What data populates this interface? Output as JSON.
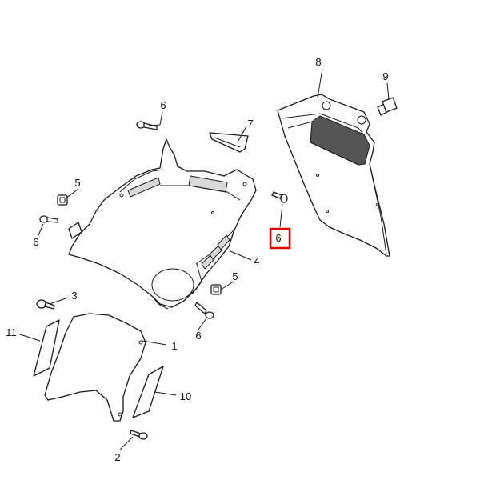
{
  "callouts": {
    "c1": "1",
    "c2": "2",
    "c3": "3",
    "c4": "4",
    "c5a": "5",
    "c5b": "5",
    "c6a": "6",
    "c6b": "6",
    "c6c": "6",
    "c6d": "6",
    "c7": "7",
    "c8": "8",
    "c9": "9",
    "c10": "10",
    "c11": "11"
  },
  "highlight": {
    "label": "6",
    "color": "#e00000"
  },
  "colors": {
    "line": "#1a1a1a",
    "shade": "#d9d9d9",
    "background": "#ffffff"
  }
}
